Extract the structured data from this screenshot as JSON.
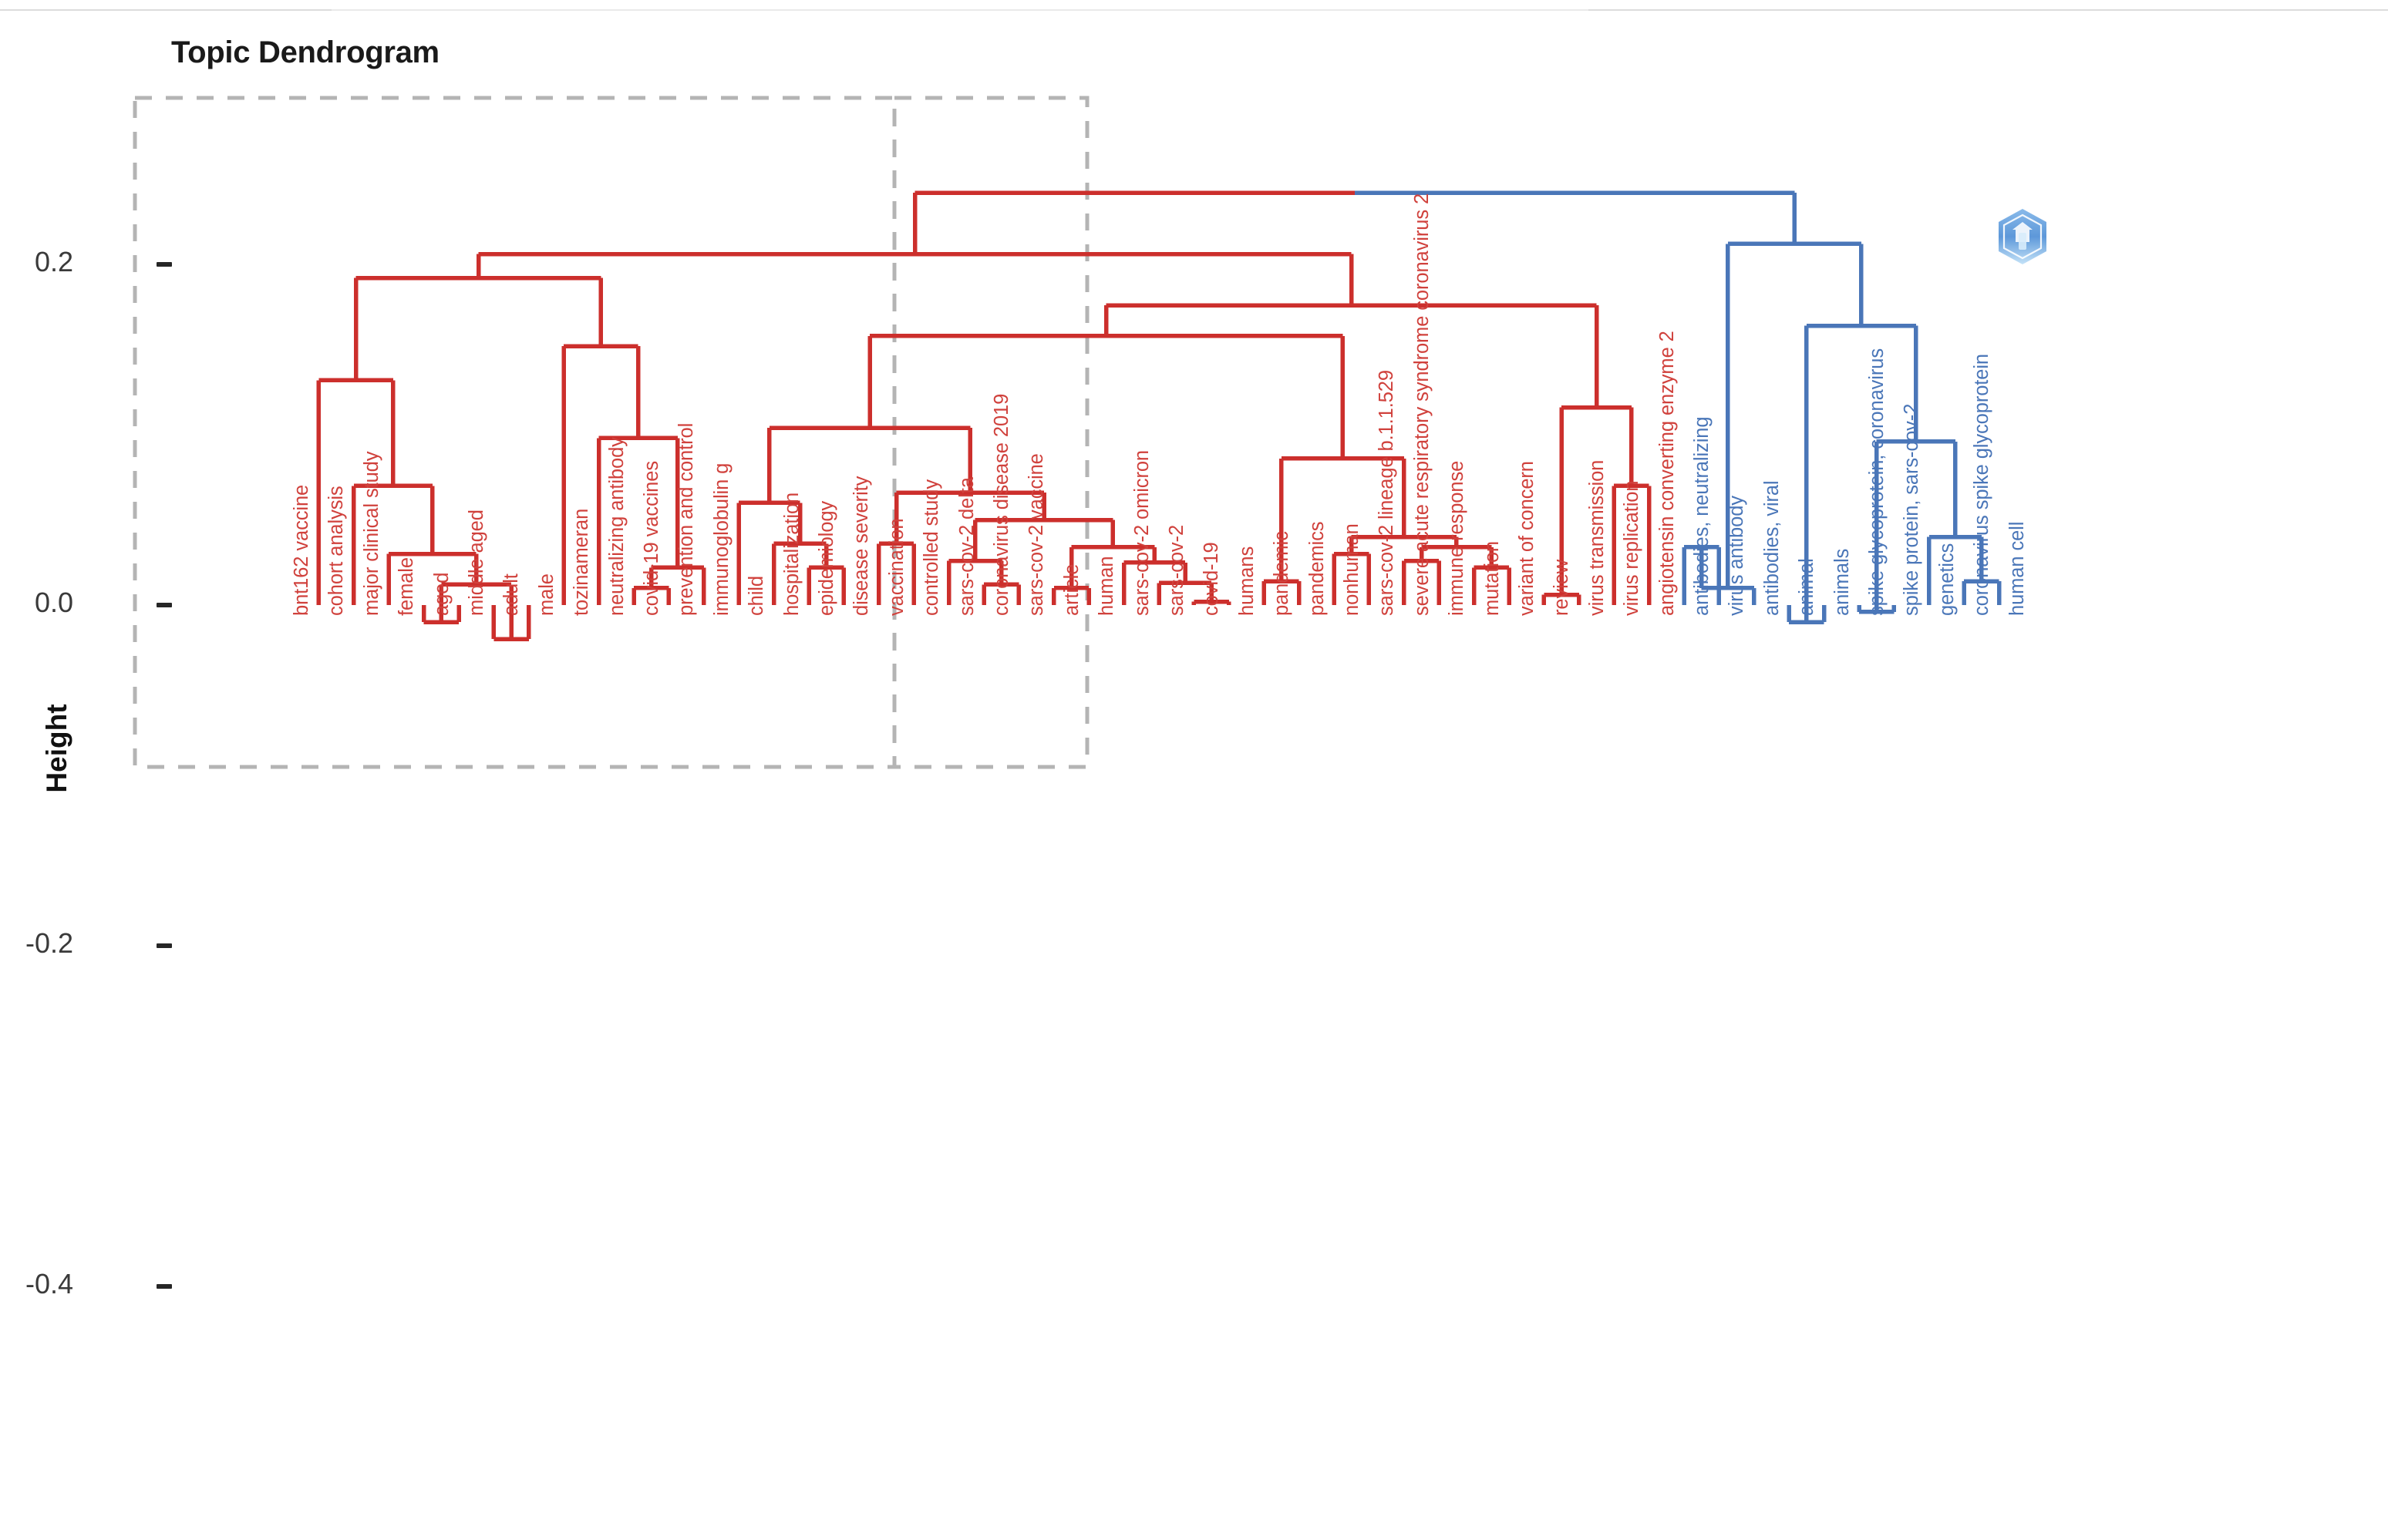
{
  "page": {
    "title": "Topic Dendrogram",
    "background_color": "#ffffff"
  },
  "axes": {
    "y_title": "Height",
    "y_ticks": [
      "0.2",
      "0.0",
      "-0.2",
      "-0.4"
    ],
    "y_tick_values": [
      0.2,
      0.0,
      -0.2,
      -0.4
    ]
  },
  "icons": {
    "hex_logo": "hexagon-logo-icon"
  },
  "colors": {
    "cluster_red": "#cc2f2c",
    "cluster_blue": "#4a76b8",
    "box_dashed": "#b4b4b4",
    "axis_text": "#3a3a3a",
    "title_text": "#1a1a1a"
  },
  "chart_data": {
    "type": "dendrogram",
    "title": "Topic Dendrogram",
    "xlabel": "",
    "ylabel": "Height",
    "ylim": [
      -0.52,
      0.3
    ],
    "grid": false,
    "legend": "none",
    "orientation": "vertical",
    "n_leaves": 54,
    "clusters": [
      {
        "name": "red-cluster",
        "color": "#cc2f2c",
        "n_leaves": 44,
        "box": {
          "x0": 175,
          "x1": 1160,
          "y0": 127,
          "y1": 995
        }
      },
      {
        "name": "blue-cluster",
        "color": "#4a76b8",
        "n_leaves": 10,
        "box": {
          "x0": 1160,
          "x1": 1410,
          "y0": 127,
          "y1": 995
        }
      }
    ],
    "leaves": [
      {
        "i": 0,
        "label": "bnt162 vaccine",
        "cluster": "red"
      },
      {
        "i": 1,
        "label": "cohort analysis",
        "cluster": "red"
      },
      {
        "i": 2,
        "label": "major clinical study",
        "cluster": "red"
      },
      {
        "i": 3,
        "label": "female",
        "cluster": "red"
      },
      {
        "i": 4,
        "label": "aged",
        "cluster": "red"
      },
      {
        "i": 5,
        "label": "middle aged",
        "cluster": "red"
      },
      {
        "i": 6,
        "label": "adult",
        "cluster": "red"
      },
      {
        "i": 7,
        "label": "male",
        "cluster": "red"
      },
      {
        "i": 8,
        "label": "tozinameran",
        "cluster": "red"
      },
      {
        "i": 9,
        "label": "neutralizing antibody",
        "cluster": "red"
      },
      {
        "i": 10,
        "label": "covid-19 vaccines",
        "cluster": "red"
      },
      {
        "i": 11,
        "label": "prevention and control",
        "cluster": "red"
      },
      {
        "i": 12,
        "label": "immunoglobulin g",
        "cluster": "red"
      },
      {
        "i": 13,
        "label": "child",
        "cluster": "red"
      },
      {
        "i": 14,
        "label": "hospitalization",
        "cluster": "red"
      },
      {
        "i": 15,
        "label": "epidemiology",
        "cluster": "red"
      },
      {
        "i": 16,
        "label": "disease severity",
        "cluster": "red"
      },
      {
        "i": 17,
        "label": "vaccination",
        "cluster": "red"
      },
      {
        "i": 18,
        "label": "controlled study",
        "cluster": "red"
      },
      {
        "i": 19,
        "label": "sars-cov-2 delta",
        "cluster": "red"
      },
      {
        "i": 20,
        "label": "coronavirus disease 2019",
        "cluster": "red"
      },
      {
        "i": 21,
        "label": "sars-cov-2 vaccine",
        "cluster": "red"
      },
      {
        "i": 22,
        "label": "article",
        "cluster": "red"
      },
      {
        "i": 23,
        "label": "human",
        "cluster": "red"
      },
      {
        "i": 24,
        "label": "sars-cov-2 omicron",
        "cluster": "red"
      },
      {
        "i": 25,
        "label": "sars-cov-2",
        "cluster": "red"
      },
      {
        "i": 26,
        "label": "covid-19",
        "cluster": "red"
      },
      {
        "i": 27,
        "label": "humans",
        "cluster": "red"
      },
      {
        "i": 28,
        "label": "pandemic",
        "cluster": "red"
      },
      {
        "i": 29,
        "label": "pandemics",
        "cluster": "red"
      },
      {
        "i": 30,
        "label": "nonhuman",
        "cluster": "red"
      },
      {
        "i": 31,
        "label": "sars-cov-2 lineage b.1.1.529",
        "cluster": "red"
      },
      {
        "i": 32,
        "label": "severe acute respiratory syndrome coronavirus 2",
        "cluster": "red"
      },
      {
        "i": 33,
        "label": "immune response",
        "cluster": "red"
      },
      {
        "i": 34,
        "label": "mutation",
        "cluster": "red"
      },
      {
        "i": 35,
        "label": "variant of concern",
        "cluster": "red"
      },
      {
        "i": 36,
        "label": "review",
        "cluster": "red"
      },
      {
        "i": 37,
        "label": "virus transmission",
        "cluster": "red"
      },
      {
        "i": 38,
        "label": "virus replication",
        "cluster": "red"
      },
      {
        "i": 39,
        "label": "angiotensin converting enzyme 2",
        "cluster": "red"
      },
      {
        "i": 40,
        "label": "antibodies, neutralizing",
        "cluster": "blue"
      },
      {
        "i": 41,
        "label": "virus antibody",
        "cluster": "blue"
      },
      {
        "i": 42,
        "label": "antibodies, viral",
        "cluster": "blue"
      },
      {
        "i": 43,
        "label": "animal",
        "cluster": "blue"
      },
      {
        "i": 44,
        "label": "animals",
        "cluster": "blue"
      },
      {
        "i": 45,
        "label": "spike glycoprotein, coronavirus",
        "cluster": "blue"
      },
      {
        "i": 46,
        "label": "spike protein, sars-cov-2",
        "cluster": "blue"
      },
      {
        "i": 47,
        "label": "genetics",
        "cluster": "blue"
      },
      {
        "i": 48,
        "label": "coronavirus spike glycoprotein",
        "cluster": "blue"
      },
      {
        "i": 49,
        "label": "human cell",
        "cluster": "blue"
      }
    ],
    "merges": [
      {
        "id": "m_aged_middleaged",
        "left": 4,
        "right": 5,
        "height": -0.01,
        "color": "red"
      },
      {
        "id": "m_adult_male",
        "left": 6,
        "right": 7,
        "height": -0.02,
        "color": "red"
      },
      {
        "id": "m_agegrp",
        "left": "m_aged_middleaged",
        "right": "m_adult_male",
        "height": 0.012,
        "color": "red"
      },
      {
        "id": "m_female_agegrp",
        "left": 3,
        "right": "m_agegrp",
        "height": 0.03,
        "color": "red"
      },
      {
        "id": "m_majstudy",
        "left": 2,
        "right": "m_female_agegrp",
        "height": 0.07,
        "color": "red"
      },
      {
        "id": "m_cohort",
        "left": 1,
        "right": "m_majstudy",
        "height": 0.132,
        "color": "red"
      },
      {
        "id": "m_cov19v_prev",
        "left": 10,
        "right": 11,
        "height": 0.01,
        "color": "red"
      },
      {
        "id": "m_cov19v_prev_ig",
        "left": "m_cov19v_prev",
        "right": 12,
        "height": 0.022,
        "color": "red"
      },
      {
        "id": "m_neut_tozi",
        "left": 9,
        "right": "m_cov19v_prev_ig",
        "height": 0.098,
        "color": "red"
      },
      {
        "id": "m_tozi_grp",
        "left": 8,
        "right": "m_neut_tozi",
        "height": 0.152,
        "color": "red"
      },
      {
        "id": "m_left_top",
        "left": "m_cohort",
        "right": "m_tozi_grp",
        "height": 0.192,
        "color": "red"
      },
      {
        "id": "m_epi_sev",
        "left": 15,
        "right": 16,
        "height": 0.022,
        "color": "red"
      },
      {
        "id": "m_hosp_epi",
        "left": 14,
        "right": "m_epi_sev",
        "height": 0.036,
        "color": "red"
      },
      {
        "id": "m_child_hosp",
        "left": 13,
        "right": "m_hosp_epi",
        "height": 0.06,
        "color": "red"
      },
      {
        "id": "m_vacc_ctrl",
        "left": 17,
        "right": 18,
        "height": 0.036,
        "color": "red"
      },
      {
        "id": "m_cd19_scv2vac",
        "left": 20,
        "right": 21,
        "height": 0.012,
        "color": "red"
      },
      {
        "id": "m_delta_grp",
        "left": 19,
        "right": "m_cd19_scv2vac",
        "height": 0.026,
        "color": "red"
      },
      {
        "id": "m_art_hum",
        "left": 22,
        "right": 23,
        "height": 0.01,
        "color": "red"
      },
      {
        "id": "m_cov_hum",
        "left": 26,
        "right": 27,
        "height": 0.002,
        "color": "red"
      },
      {
        "id": "m_scv2_cov",
        "left": 25,
        "right": "m_cov_hum",
        "height": 0.013,
        "color": "red"
      },
      {
        "id": "m_omi_scv2",
        "left": 24,
        "right": "m_scv2_cov",
        "height": 0.025,
        "color": "red"
      },
      {
        "id": "m_arthum_omi",
        "left": "m_art_hum",
        "right": "m_omi_scv2",
        "height": 0.034,
        "color": "red"
      },
      {
        "id": "m_delta_arthum",
        "left": "m_delta_grp",
        "right": "m_arthum_omi",
        "height": 0.05,
        "color": "red"
      },
      {
        "id": "m_vacctrl_delta",
        "left": "m_vacc_ctrl",
        "right": "m_delta_arthum",
        "height": 0.066,
        "color": "red"
      },
      {
        "id": "m_child_vacc",
        "left": "m_child_hosp",
        "right": "m_vacctrl_delta",
        "height": 0.104,
        "color": "red"
      },
      {
        "id": "m_pand_pandemics",
        "left": 28,
        "right": 29,
        "height": 0.014,
        "color": "red"
      },
      {
        "id": "m_nonhum_lineage",
        "left": 30,
        "right": 31,
        "height": 0.03,
        "color": "red"
      },
      {
        "id": "m_sars2_immune",
        "left": 32,
        "right": 33,
        "height": 0.026,
        "color": "red"
      },
      {
        "id": "m_mut_voc",
        "left": 34,
        "right": 35,
        "height": 0.022,
        "color": "red"
      },
      {
        "id": "m_sars2_mut",
        "left": "m_sars2_immune",
        "right": "m_mut_voc",
        "height": 0.034,
        "color": "red"
      },
      {
        "id": "m_nonhum_sars2",
        "left": "m_nonhum_lineage",
        "right": "m_sars2_mut",
        "height": 0.04,
        "color": "red"
      },
      {
        "id": "m_pand_nonhum",
        "left": "m_pand_pandemics",
        "right": "m_nonhum_sars2",
        "height": 0.086,
        "color": "red"
      },
      {
        "id": "m_child_pand",
        "left": "m_child_vacc",
        "right": "m_pand_nonhum",
        "height": 0.158,
        "color": "red"
      },
      {
        "id": "m_rev_vtrans",
        "left": 36,
        "right": 37,
        "height": 0.006,
        "color": "red"
      },
      {
        "id": "m_vrep_ace2",
        "left": 38,
        "right": 39,
        "height": 0.07,
        "color": "red"
      },
      {
        "id": "m_rev_vrep",
        "left": "m_rev_vtrans",
        "right": "m_vrep_ace2",
        "height": 0.116,
        "color": "red"
      },
      {
        "id": "m_mid_right",
        "left": "m_child_pand",
        "right": "m_rev_vrep",
        "height": 0.176,
        "color": "red"
      },
      {
        "id": "m_red_root",
        "left": "m_left_top",
        "right": "m_mid_right",
        "height": 0.206,
        "color": "red"
      },
      {
        "id": "b_antineut_virus",
        "left": 40,
        "right": 41,
        "height": 0.034,
        "color": "blue"
      },
      {
        "id": "b_anti_viral",
        "left": "b_antineut_virus",
        "right": 42,
        "height": 0.01,
        "color": "blue"
      },
      {
        "id": "b_animal_animals",
        "left": 43,
        "right": 44,
        "height": -0.01,
        "color": "blue"
      },
      {
        "id": "b_spike_pair",
        "left": 45,
        "right": 46,
        "height": -0.004,
        "color": "blue"
      },
      {
        "id": "b_coro_human",
        "left": 48,
        "right": 49,
        "height": 0.014,
        "color": "blue"
      },
      {
        "id": "b_gen_coro",
        "left": 47,
        "right": "b_coro_human",
        "height": 0.04,
        "color": "blue"
      },
      {
        "id": "b_spike_gen",
        "left": "b_spike_pair",
        "right": "b_gen_coro",
        "height": 0.096,
        "color": "blue"
      },
      {
        "id": "b_animals_spike",
        "left": "b_animal_animals",
        "right": "b_spike_gen",
        "height": 0.164,
        "color": "blue"
      },
      {
        "id": "b_anti_animals",
        "left": "b_anti_viral",
        "right": "b_animals_spike",
        "height": 0.212,
        "color": "blue"
      },
      {
        "id": "root",
        "left": "m_red_root",
        "right": "b_anti_animals",
        "height": 0.242,
        "color": "split"
      }
    ]
  }
}
